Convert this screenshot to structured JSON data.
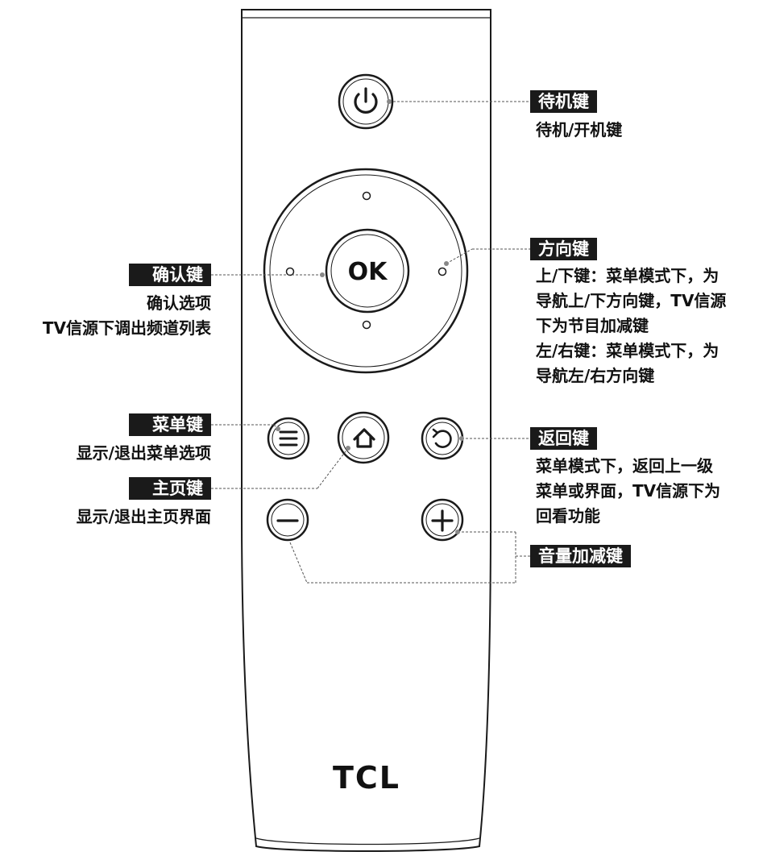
{
  "brand": "TCL",
  "ok_label": "OK",
  "keys": {
    "standby": {
      "tag": "待机键",
      "desc": [
        "待机/开机键"
      ]
    },
    "direction": {
      "tag": "方向键",
      "desc": [
        "上/下键：菜单模式下，为",
        "导航上/下方向键，TV信源",
        "下为节目加减键",
        "左/右键：菜单模式下，为",
        "导航左/右方向键"
      ]
    },
    "confirm": {
      "tag": "确认键",
      "desc": [
        "确认选项",
        "TV信源下调出频道列表"
      ]
    },
    "menu": {
      "tag": "菜单键",
      "desc": [
        "显示/退出菜单选项"
      ]
    },
    "home": {
      "tag": "主页键",
      "desc": [
        "显示/退出主页界面"
      ]
    },
    "back": {
      "tag": "返回键",
      "desc": [
        "菜单模式下，返回上一级",
        "菜单或界面，TV信源下为",
        "回看功能"
      ]
    },
    "volume": {
      "tag": "音量加减键",
      "desc": []
    }
  },
  "icons": [
    "power-icon",
    "menu-lines-icon",
    "home-icon",
    "return-arrow-icon",
    "minus-icon",
    "plus-icon"
  ]
}
